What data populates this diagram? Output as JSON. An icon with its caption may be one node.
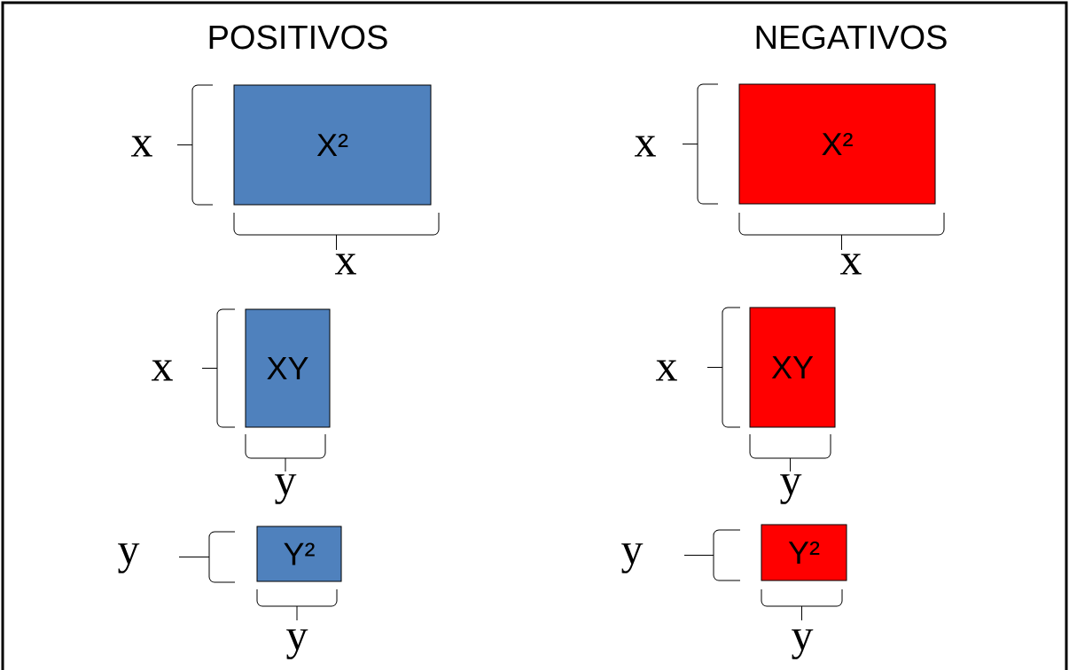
{
  "diagram": {
    "nodes": [
      {
        "text": [
          "X²"
        ]
      },
      {
        "text": [
          "X²"
        ]
      },
      {
        "text": [
          "XY"
        ]
      },
      {
        "text": [
          "XY"
        ]
      },
      {
        "text": [
          "Y²"
        ]
      },
      {
        "text": [
          "Y²"
        ]
      }
    ],
    "labels": [
      "POSITIVOS",
      "NEGATIVOS",
      "x",
      "x",
      "x",
      "x",
      "x",
      "x",
      "y",
      "y",
      "y",
      "y",
      "y",
      "y"
    ]
  }
}
